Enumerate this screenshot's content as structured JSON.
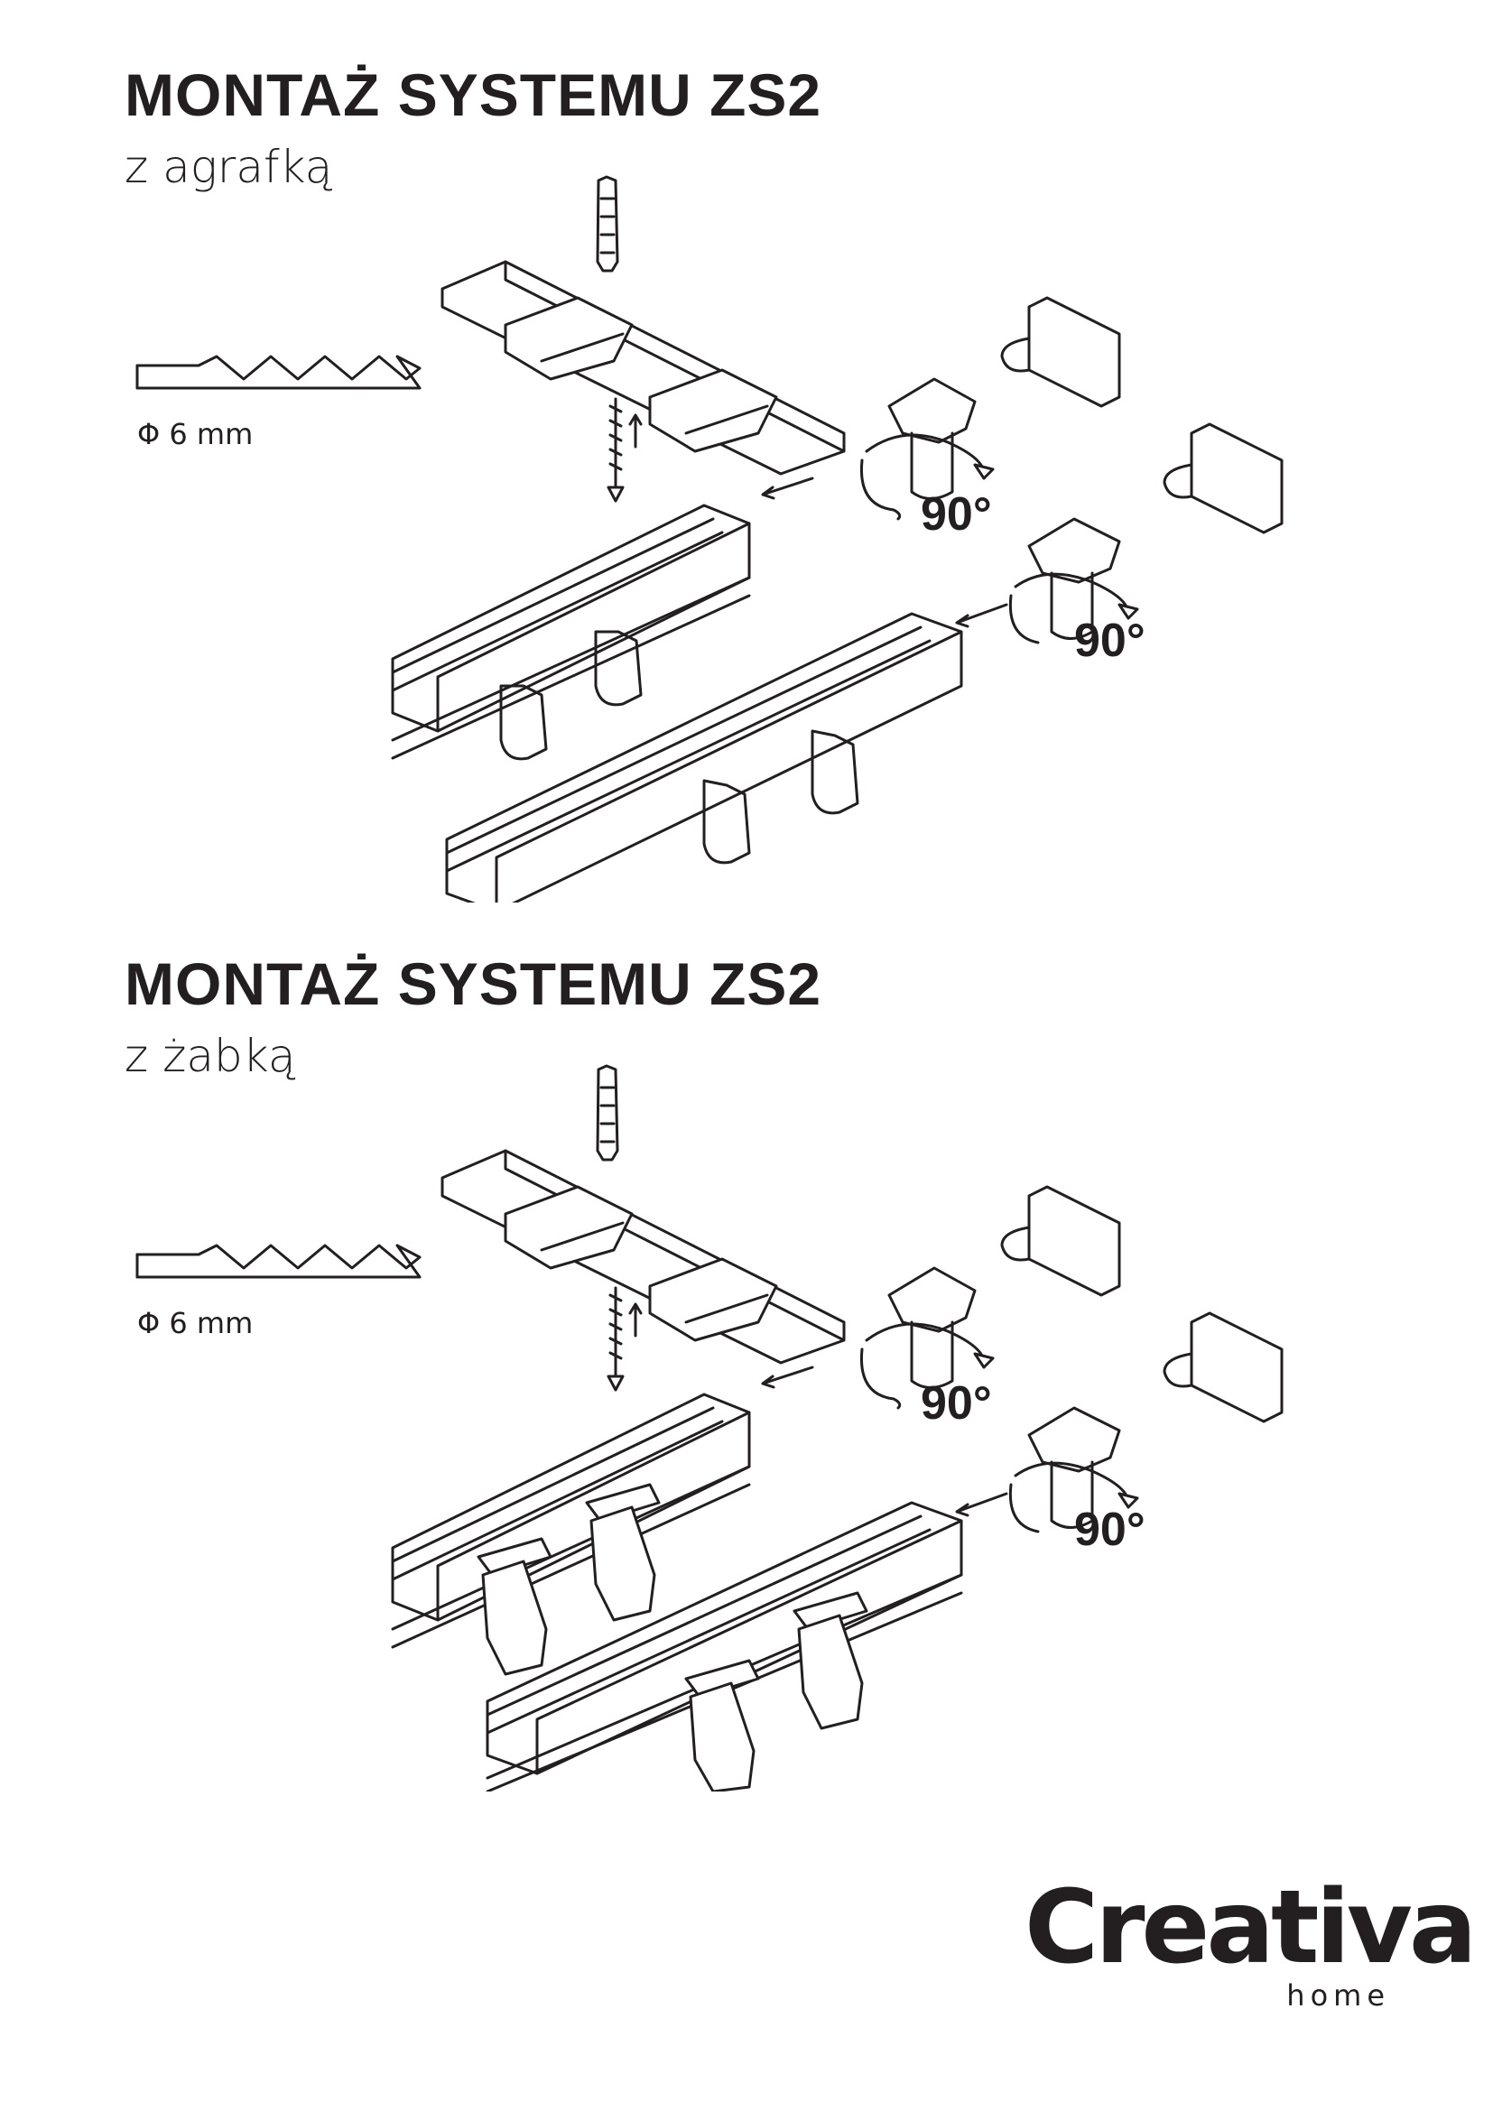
{
  "sections": [
    {
      "title": "MONTAŻ SYSTEMU ZS2",
      "subtitle": "z agrafką",
      "drill_label": "Φ 6 mm",
      "rotation_labels": [
        "90°",
        "90°"
      ],
      "hook_type": "agrafka-hook-icon"
    },
    {
      "title": "MONTAŻ SYSTEMU ZS2",
      "subtitle": "z żabką",
      "drill_label": "Φ 6 mm",
      "rotation_labels": [
        "90°",
        "90°"
      ],
      "hook_type": "clip-hook-icon"
    }
  ],
  "logo": {
    "name": "Creativa",
    "sub": "home"
  },
  "colors": {
    "ink": "#231f20",
    "background": "#ffffff"
  }
}
